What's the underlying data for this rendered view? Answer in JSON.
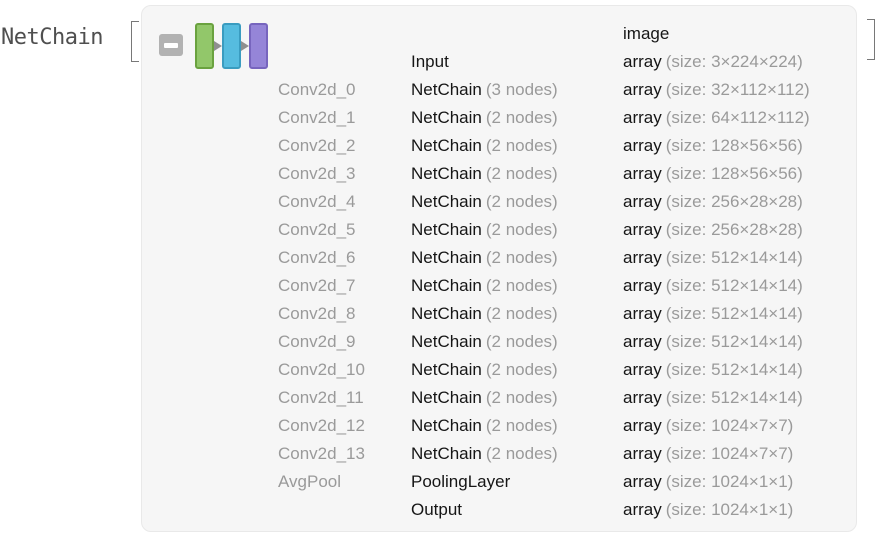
{
  "head": {
    "label": "NetChain",
    "open_bracket": "[",
    "close_bracket": "]"
  },
  "panel": {
    "collapse_button": "minus-icon",
    "thumbnail_bars": [
      "green-layer-bar",
      "blue-layer-bar",
      "purple-layer-bar"
    ]
  },
  "table": {
    "rows": [
      {
        "name": "",
        "type": "",
        "type_detail": "",
        "value": "image",
        "value_detail": ""
      },
      {
        "name": "",
        "type": "Input",
        "type_detail": "",
        "value": "array",
        "value_detail": "(size: 3×224×224)"
      },
      {
        "name": "Conv2d_0",
        "type": "NetChain",
        "type_detail": "(3 nodes)",
        "value": "array",
        "value_detail": "(size: 32×112×112)"
      },
      {
        "name": "Conv2d_1",
        "type": "NetChain",
        "type_detail": "(2 nodes)",
        "value": "array",
        "value_detail": "(size: 64×112×112)"
      },
      {
        "name": "Conv2d_2",
        "type": "NetChain",
        "type_detail": "(2 nodes)",
        "value": "array",
        "value_detail": "(size: 128×56×56)"
      },
      {
        "name": "Conv2d_3",
        "type": "NetChain",
        "type_detail": "(2 nodes)",
        "value": "array",
        "value_detail": "(size: 128×56×56)"
      },
      {
        "name": "Conv2d_4",
        "type": "NetChain",
        "type_detail": "(2 nodes)",
        "value": "array",
        "value_detail": "(size: 256×28×28)"
      },
      {
        "name": "Conv2d_5",
        "type": "NetChain",
        "type_detail": "(2 nodes)",
        "value": "array",
        "value_detail": "(size: 256×28×28)"
      },
      {
        "name": "Conv2d_6",
        "type": "NetChain",
        "type_detail": "(2 nodes)",
        "value": "array",
        "value_detail": "(size: 512×14×14)"
      },
      {
        "name": "Conv2d_7",
        "type": "NetChain",
        "type_detail": "(2 nodes)",
        "value": "array",
        "value_detail": "(size: 512×14×14)"
      },
      {
        "name": "Conv2d_8",
        "type": "NetChain",
        "type_detail": "(2 nodes)",
        "value": "array",
        "value_detail": "(size: 512×14×14)"
      },
      {
        "name": "Conv2d_9",
        "type": "NetChain",
        "type_detail": "(2 nodes)",
        "value": "array",
        "value_detail": "(size: 512×14×14)"
      },
      {
        "name": "Conv2d_10",
        "type": "NetChain",
        "type_detail": "(2 nodes)",
        "value": "array",
        "value_detail": "(size: 512×14×14)"
      },
      {
        "name": "Conv2d_11",
        "type": "NetChain",
        "type_detail": "(2 nodes)",
        "value": "array",
        "value_detail": "(size: 512×14×14)"
      },
      {
        "name": "Conv2d_12",
        "type": "NetChain",
        "type_detail": "(2 nodes)",
        "value": "array",
        "value_detail": "(size: 1024×7×7)"
      },
      {
        "name": "Conv2d_13",
        "type": "NetChain",
        "type_detail": "(2 nodes)",
        "value": "array",
        "value_detail": "(size: 1024×7×7)"
      },
      {
        "name": "AvgPool",
        "type": "PoolingLayer",
        "type_detail": "",
        "value": "array",
        "value_detail": "(size: 1024×1×1)"
      },
      {
        "name": "",
        "type": "Output",
        "type_detail": "",
        "value": "array",
        "value_detail": "(size: 1024×1×1)"
      }
    ]
  },
  "colors": {
    "panel_bg": "#f6f6f6",
    "panel_border": "#e9e9e9",
    "text_dark": "#161616",
    "text_gray": "#9a9a9a",
    "label_gray": "#4f4f4f",
    "minus_button": "#b2b2b2",
    "bar_green_fill": "#92c76a",
    "bar_green_border": "#6aa23f",
    "bar_blue_fill": "#56bcdf",
    "bar_blue_border": "#3a9cc0",
    "bar_purple_fill": "#9585d8",
    "bar_purple_border": "#7765be",
    "arrow_gray": "#8f8f8f"
  }
}
